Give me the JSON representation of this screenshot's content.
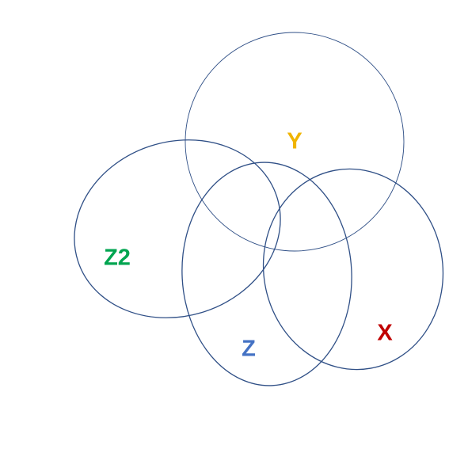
{
  "diagram": {
    "sets": [
      {
        "id": "Y",
        "label": "Y",
        "color": "#f0b400"
      },
      {
        "id": "Z2",
        "label": "Z2",
        "color": "#00a550"
      },
      {
        "id": "Z",
        "label": "Z",
        "color": "#4472c4"
      },
      {
        "id": "X",
        "label": "X",
        "color": "#c00000"
      }
    ],
    "outline_color": "#2f4f86"
  }
}
